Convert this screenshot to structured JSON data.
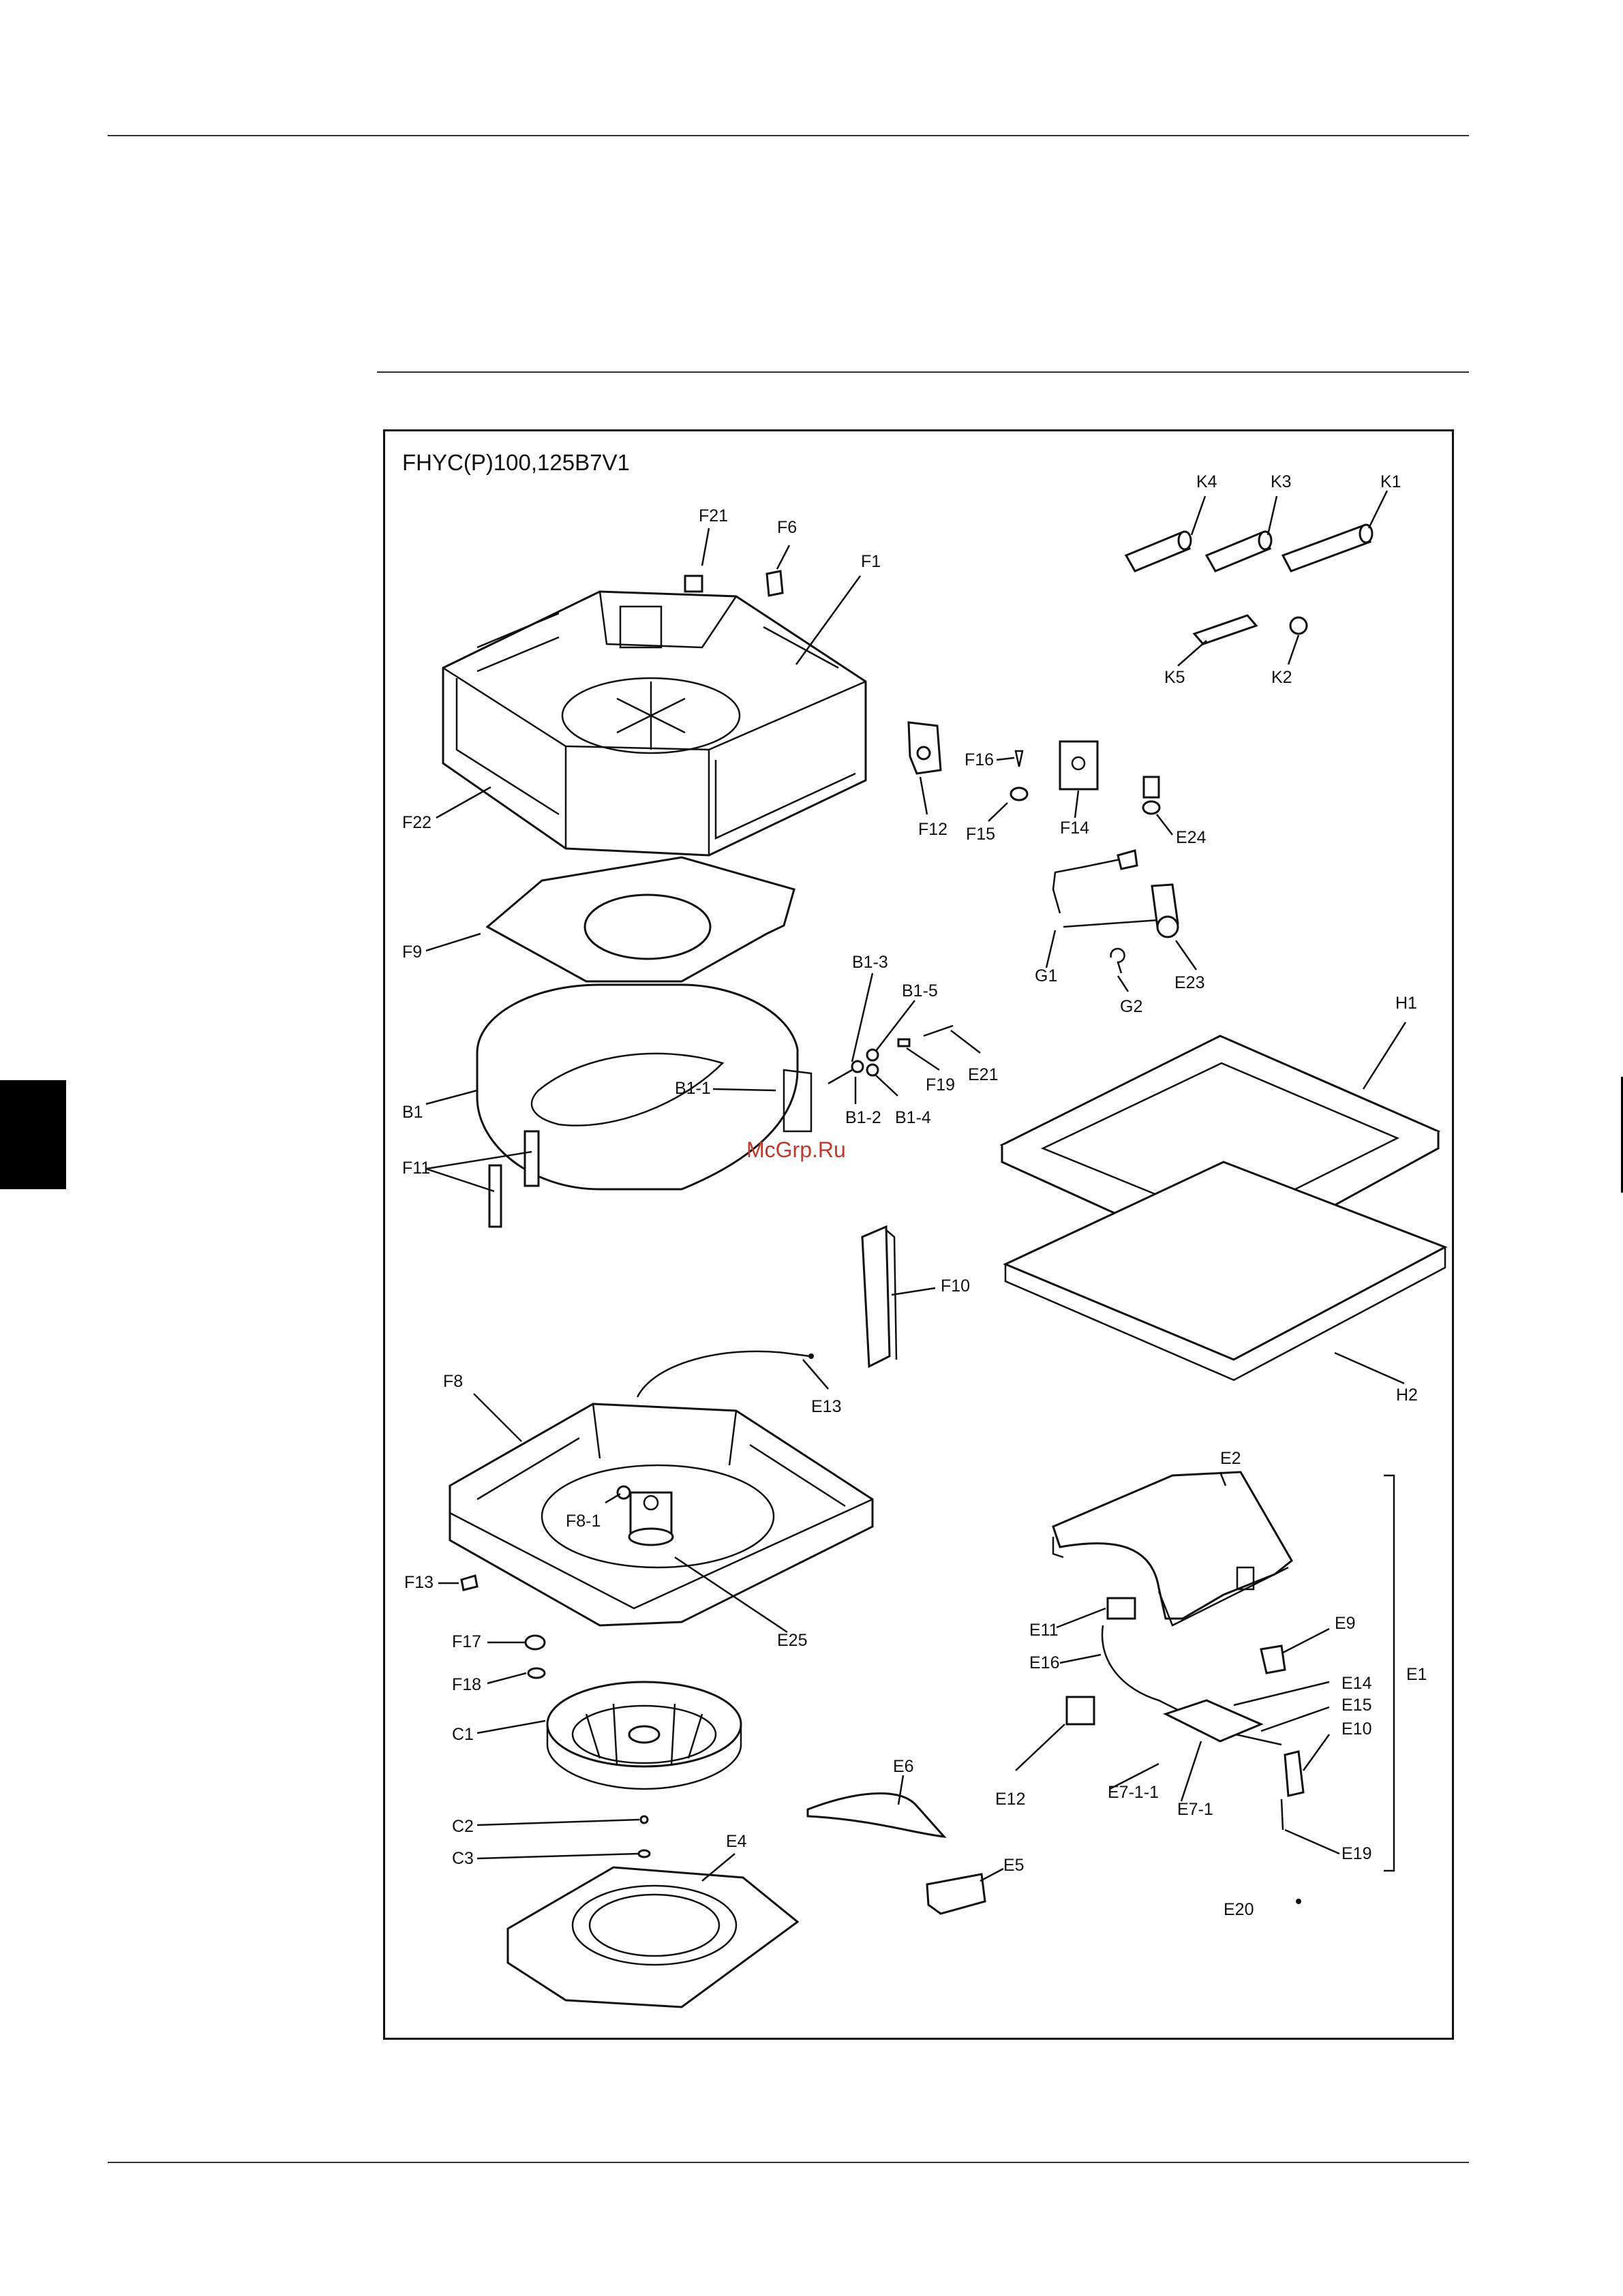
{
  "diagram": {
    "title": "FHYC(P)100,125B7V1",
    "watermark": "McGrp.Ru",
    "labels": {
      "K4": "K4",
      "K3": "K3",
      "K1": "K1",
      "K5": "K5",
      "K2": "K2",
      "F21": "F21",
      "F6": "F6",
      "F1": "F1",
      "F22": "F22",
      "F12": "F12",
      "F16": "F16",
      "F15": "F15",
      "F14": "F14",
      "E24": "E24",
      "G1": "G1",
      "G2": "G2",
      "E23": "E23",
      "F9": "F9",
      "B1-3": "B1-3",
      "B1-5": "B1-5",
      "B1-1": "B1-1",
      "B1-2": "B1-2",
      "B1-4": "B1-4",
      "F19": "F19",
      "E21": "E21",
      "B1": "B1",
      "F11": "F11",
      "H1": "H1",
      "H2": "H2",
      "F10": "F10",
      "E13": "E13",
      "F8": "F8",
      "F8-1": "F8-1",
      "F13": "F13",
      "E25": "E25",
      "F17": "F17",
      "F18": "F18",
      "C1": "C1",
      "C2": "C2",
      "C3": "C3",
      "E4": "E4",
      "E6": "E6",
      "E5": "E5",
      "E2": "E2",
      "E11": "E11",
      "E9": "E9",
      "E16": "E16",
      "E14": "E14",
      "E15": "E15",
      "E10": "E10",
      "E1": "E1",
      "E12": "E12",
      "E7-1-1": "E7-1-1",
      "E7-1": "E7-1",
      "E19": "E19",
      "E20": "E20"
    }
  }
}
